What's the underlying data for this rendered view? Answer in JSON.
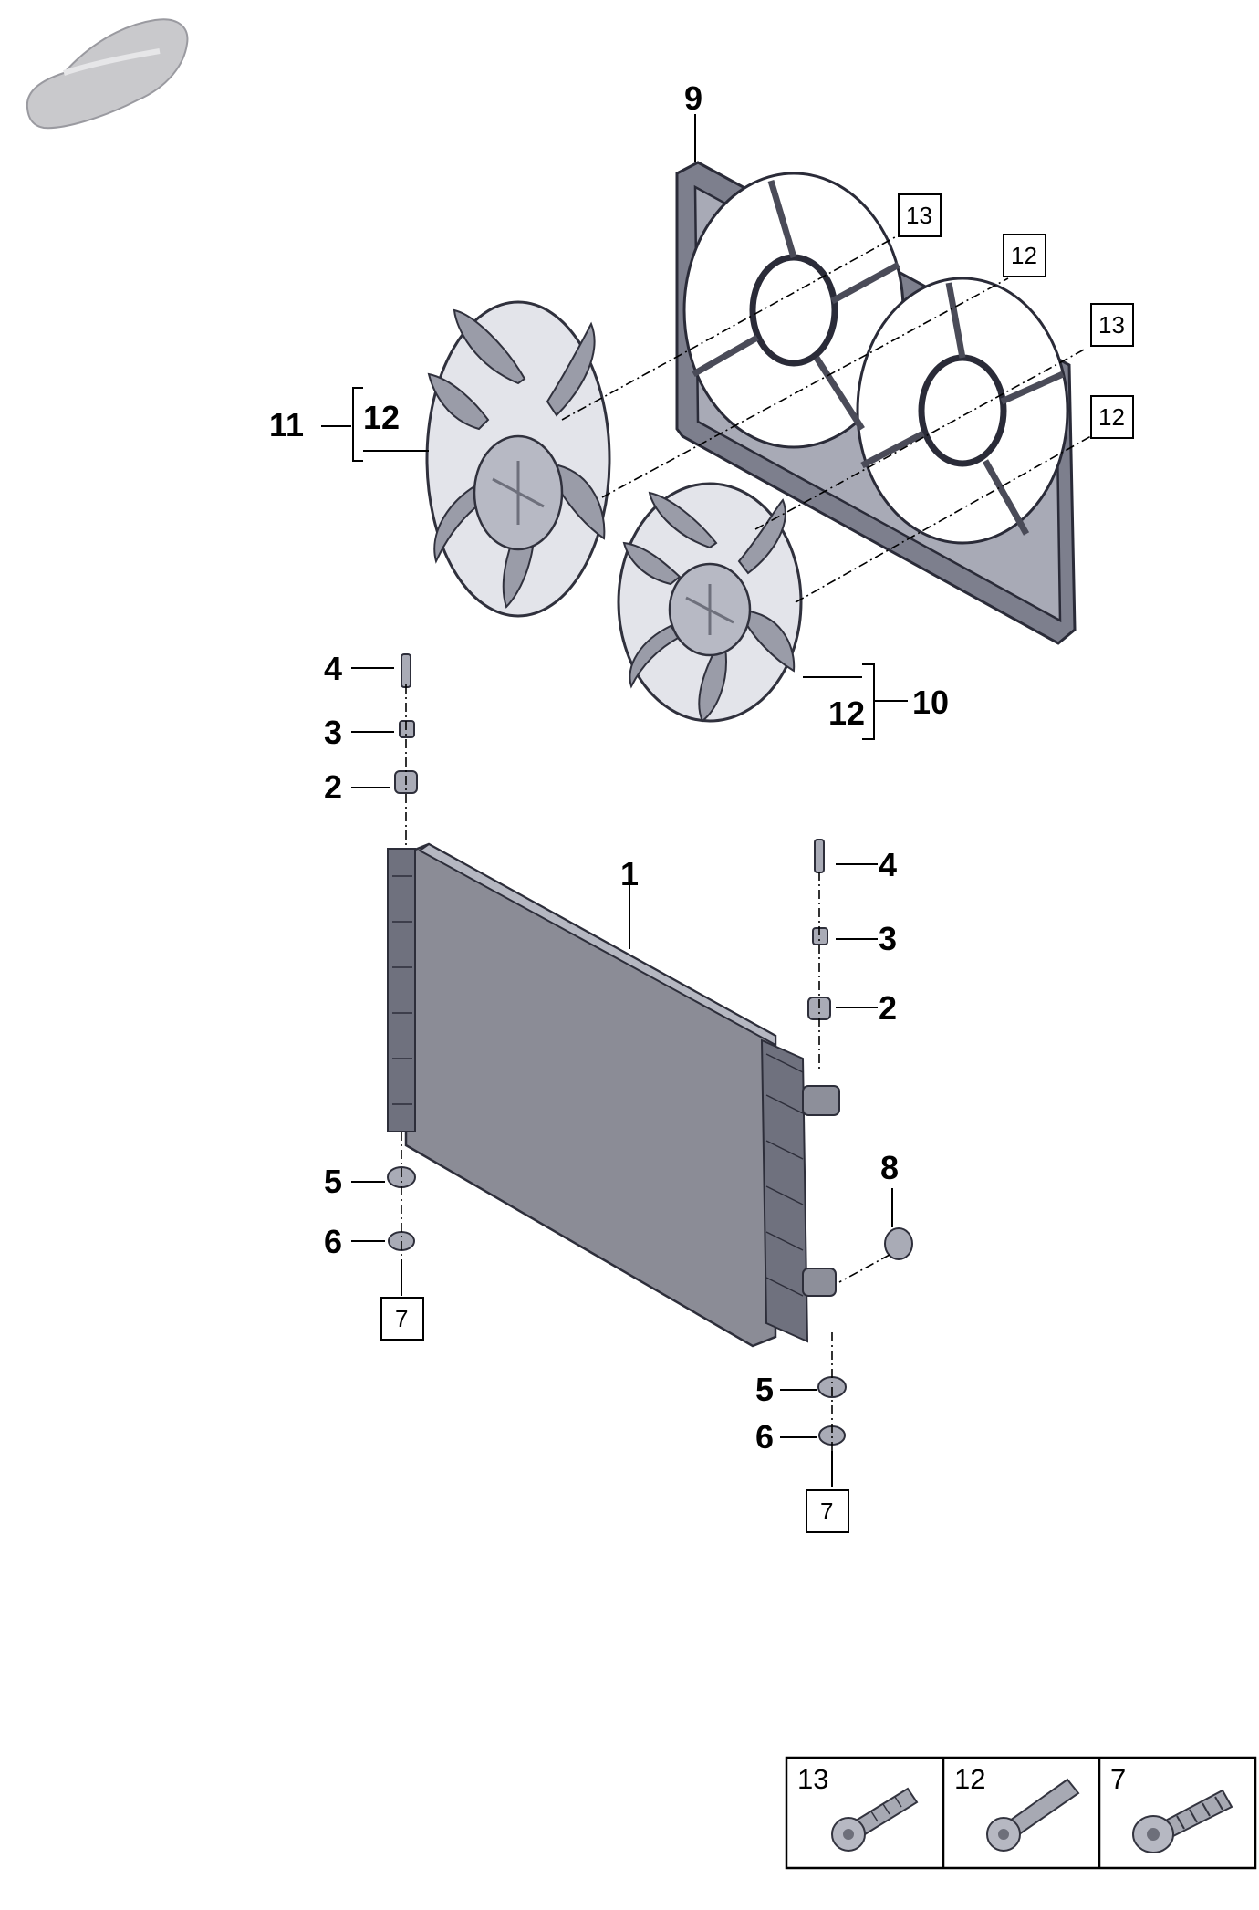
{
  "callouts": {
    "c1": "1",
    "c2_left": "2",
    "c2_right": "2",
    "c3_left": "3",
    "c3_right": "3",
    "c4_left": "4",
    "c4_right": "4",
    "c5_left": "5",
    "c5_right": "5",
    "c6_left": "6",
    "c6_right": "6",
    "c8": "8",
    "c9": "9",
    "c10": "10",
    "c11": "11",
    "c12_fan_left": "12",
    "c12_fan_right": "12"
  },
  "boxed_refs": {
    "b13_top": "13",
    "b12_upper": "12",
    "b13_right": "13",
    "b12_right": "12",
    "b7_left": "7",
    "b7_right": "7"
  },
  "legend": {
    "cells": [
      {
        "number": "13",
        "icon": "flange-bolt-short-icon"
      },
      {
        "number": "12",
        "icon": "flange-bolt-long-icon"
      },
      {
        "number": "7",
        "icon": "self-tapping-screw-icon"
      }
    ]
  },
  "icons": {
    "vehicle": "car-silhouette-icon"
  },
  "colors": {
    "part_fill": "#8b8c96",
    "outline": "#2d2e3a",
    "background": "#ffffff"
  }
}
